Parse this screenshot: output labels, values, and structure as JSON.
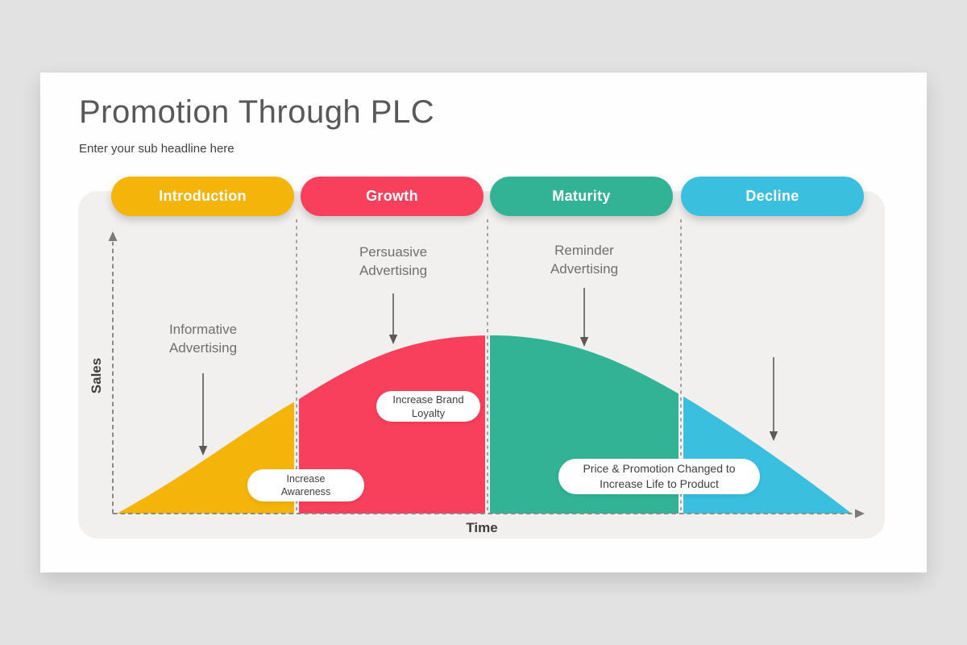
{
  "slide": {
    "title": "Promotion Through PLC",
    "subtitle": "Enter your sub headline here"
  },
  "axes": {
    "y_label": "Sales",
    "x_label": "Time"
  },
  "phases": [
    {
      "label": "Introduction",
      "color": "#F5B40A"
    },
    {
      "label": "Growth",
      "color": "#F8405C"
    },
    {
      "label": "Maturity",
      "color": "#32B396"
    },
    {
      "label": "Decline",
      "color": "#3BBFDF"
    }
  ],
  "annotations": [
    {
      "phase": "Introduction",
      "lines": [
        "Informative",
        "Advertising"
      ]
    },
    {
      "phase": "Growth",
      "lines": [
        "Persuasive",
        "Advertising"
      ]
    },
    {
      "phase": "Maturity",
      "lines": [
        "Reminder",
        "Advertising"
      ]
    }
  ],
  "callouts": [
    {
      "lines": [
        "Increase",
        "Awareness"
      ]
    },
    {
      "lines": [
        "Increase Brand",
        "Loyalty"
      ]
    },
    {
      "lines": [
        "Price & Promotion Changed to",
        "Increase Life to Product"
      ]
    }
  ],
  "chart_data": {
    "type": "area",
    "title": "Promotion Through PLC",
    "xlabel": "Time",
    "ylabel": "Sales",
    "categories": [
      "Introduction",
      "Growth",
      "Maturity",
      "Decline"
    ],
    "curve_points_relative": [
      [
        0,
        0
      ],
      [
        0.24,
        0.63
      ],
      [
        0.5,
        0.99
      ],
      [
        0.51,
        1.0
      ],
      [
        0.77,
        0.67
      ],
      [
        1,
        0
      ]
    ],
    "phase_boundaries_x": [
      0.24,
      0.5,
      0.77
    ],
    "grid": false,
    "legend": "none",
    "axis_style": "dashed-with-arrows"
  }
}
